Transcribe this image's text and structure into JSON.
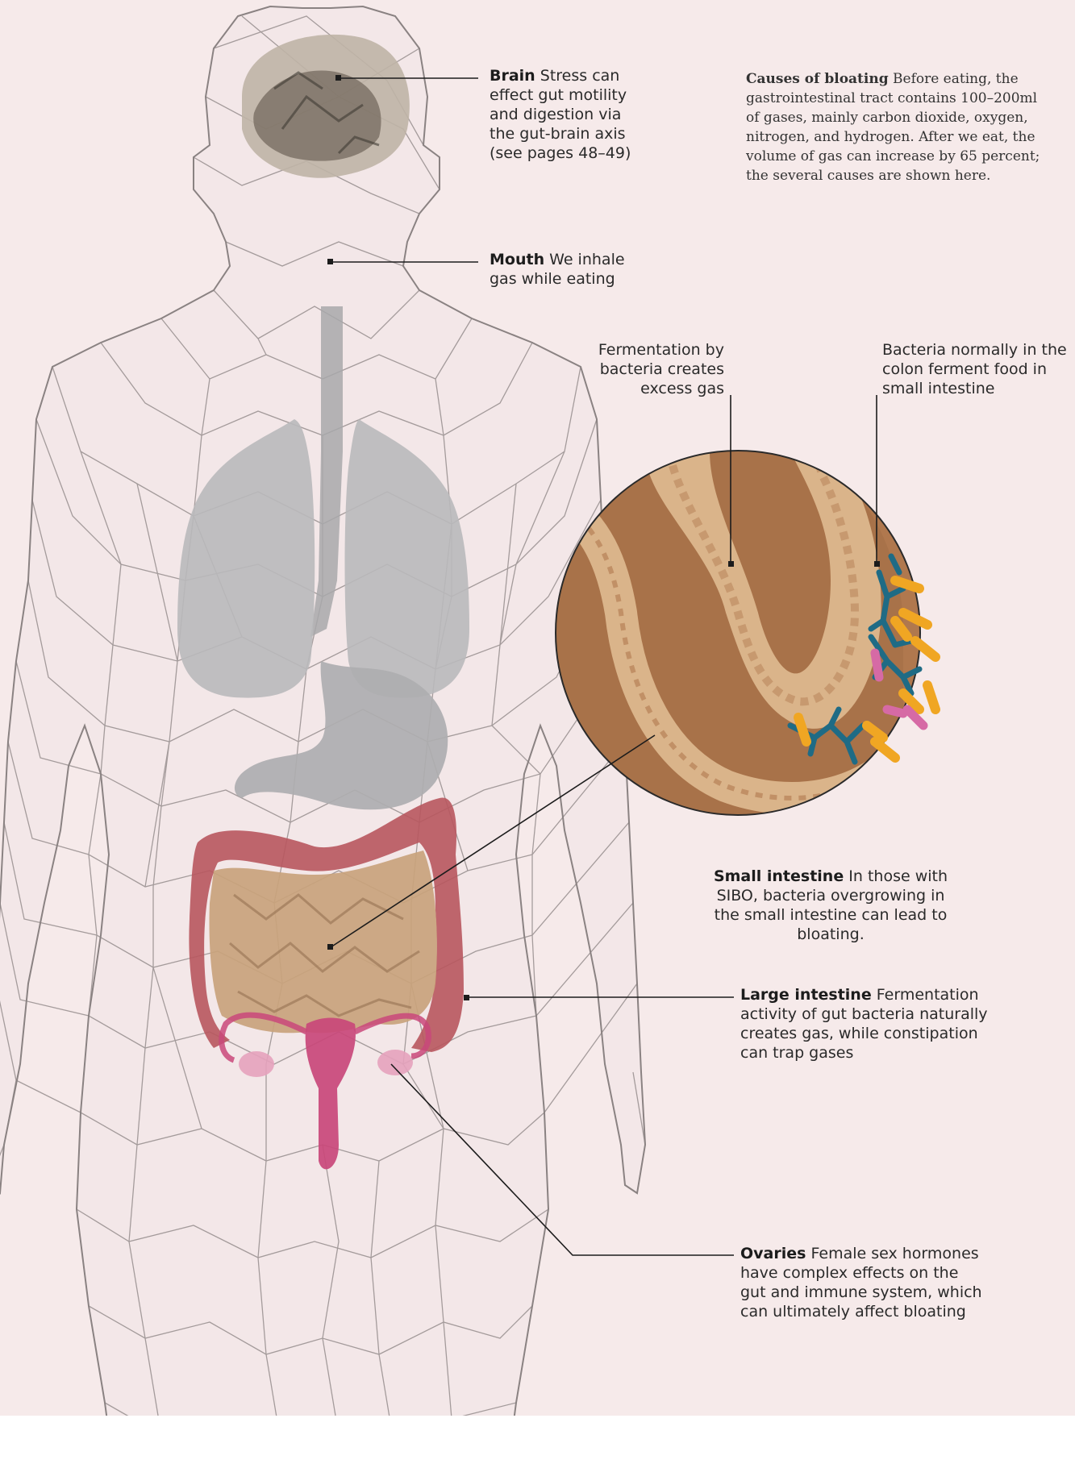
{
  "intro": {
    "title": "Causes of bloating",
    "body": "Before eating, the gastrointestinal tract contains 100–200ml of gases, mainly carbon dioxide, oxygen, nitrogen, and hydrogen. After we eat, the volume of gas can increase by 65 percent; the several causes are shown here."
  },
  "labels": {
    "brain": {
      "title": "Brain",
      "text": "Stress can effect gut motility and digestion via the gut-brain axis (see pages 48–49)"
    },
    "mouth": {
      "title": "Mouth",
      "text": "We inhale gas while eating"
    },
    "fermentation": {
      "text": "Fermentation by bacteria creates excess gas"
    },
    "bacteria": {
      "text": "Bacteria normally in the colon ferment food in small intestine"
    },
    "small_intestine": {
      "title": "Small intestine",
      "text": "In those with SIBO, bacteria overgrowing in the small intestine can lead to bloating."
    },
    "large_intestine": {
      "title": "Large intestine",
      "text": "Fermentation activity of gut bacteria naturally creates gas, while constipation can trap gases"
    },
    "ovaries": {
      "title": "Ovaries",
      "text": "Female sex hormones have complex effects on the gut and immune system, which can ultimately affect bloating"
    }
  },
  "colors": {
    "background": "#f6eaea",
    "mesh": "#8a8282",
    "lungs": "#b9b9bb",
    "intestine": "#c9a37c",
    "colon": "#b8575e",
    "uterus": "#c9487a",
    "circle_bg": "#b0784e",
    "bacteria_blue": "#1f6b85",
    "bacteria_yellow": "#f0a623",
    "bacteria_pink": "#d66aa5"
  },
  "icons": [
    "brain-icon",
    "bacteria-icon"
  ]
}
